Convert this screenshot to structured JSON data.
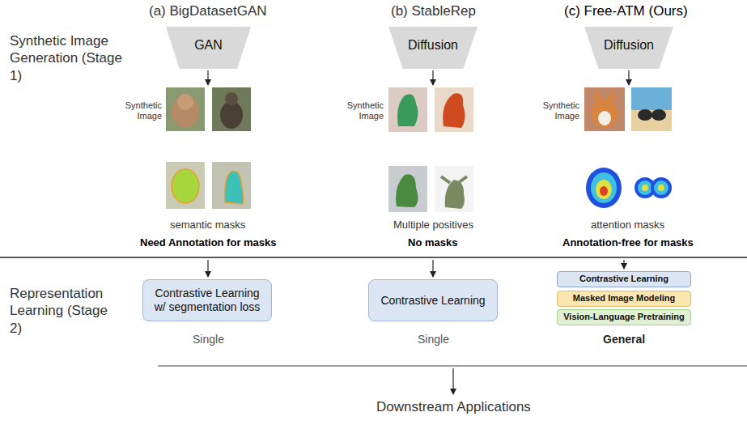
{
  "diagram": {
    "nodes": [
      {
        "text": [
          "GAN"
        ]
      },
      {
        "text": [
          "Diffusion"
        ]
      },
      {
        "text": [
          "Diffusion"
        ]
      },
      {
        "text": [
          "Contrastive Learning w/ segmentation loss"
        ]
      },
      {
        "text": [
          "Contrastive Learning"
        ]
      },
      {
        "text": [
          "Contrastive Learning"
        ]
      },
      {
        "text": [
          "Masked Image Modeling"
        ]
      },
      {
        "text": [
          "Vision-Language Pretraining"
        ]
      }
    ],
    "labels": [
      "(a) BigDatasetGAN",
      "(b) StableRep",
      "(c) Free-ATM (Ours)",
      "Synthetic Image Generation (Stage 1)",
      "Synthetic Image",
      "Synthetic Image",
      "Synthetic Image",
      "semantic masks",
      "Multiple positives",
      "attention masks",
      "Need Annotation for masks",
      "No masks",
      "Annotation-free for masks",
      "Representation Learning (Stage 2)",
      "Single",
      "Single",
      "General",
      "Downstream Applications"
    ]
  }
}
